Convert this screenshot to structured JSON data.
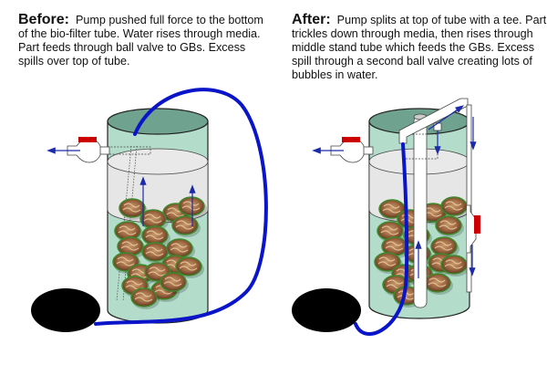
{
  "before": {
    "label": "Before:",
    "text": "Pump pushed full force to the bottom of the bio-filter tube.  Water rises through media.  Part feeds through ball valve to GBs.  Excess spills over top of tube."
  },
  "after": {
    "label": "After:",
    "text": "Pump splits at top of tube with a tee.  Part trickles down through media, then rises through middle stand tube which feeds the GBs.  Excess spill through a second ball valve creating lots of bubbles in water."
  },
  "colors": {
    "tube_body": "#b3dccb",
    "tube_top": "#6fa38f",
    "water_zone": "#e6e6e6",
    "hose": "#0a14c8",
    "pump": "#000000",
    "valve_handle": "#cc0000",
    "arrow": "#1a2aa8",
    "media": "#a0704a",
    "media_rim": "#3f8a2a"
  }
}
